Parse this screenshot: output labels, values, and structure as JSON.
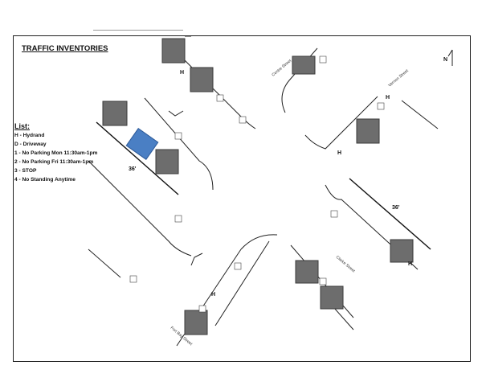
{
  "title": "TRAFFIC INVENTORIES",
  "legend": {
    "heading": "List:",
    "items": [
      "H - Hydrand",
      "D - Driveway",
      "1 - No Parking Mon 11:30am-1pm",
      "2 - No Parking Fri 11:30am-1pm",
      "3 - STOP",
      "4 - No Standing Anytime"
    ]
  },
  "north_label": "N",
  "streets": {
    "ne": "Centre Street",
    "e": "Vernon Street",
    "se": "Clarke Street",
    "s": "Fort Bay Street"
  },
  "hydrant_marker": "H",
  "measurements": {
    "nw_curb": "36'",
    "e_curb": "36'"
  },
  "sign_codes": [
    "1",
    "2",
    "3",
    "4",
    "D"
  ],
  "colors": {
    "car": "#6d6d6d",
    "car_outline": "#3a3a3a",
    "highlight_vehicle": "#4a7fc4",
    "line": "#222222"
  }
}
